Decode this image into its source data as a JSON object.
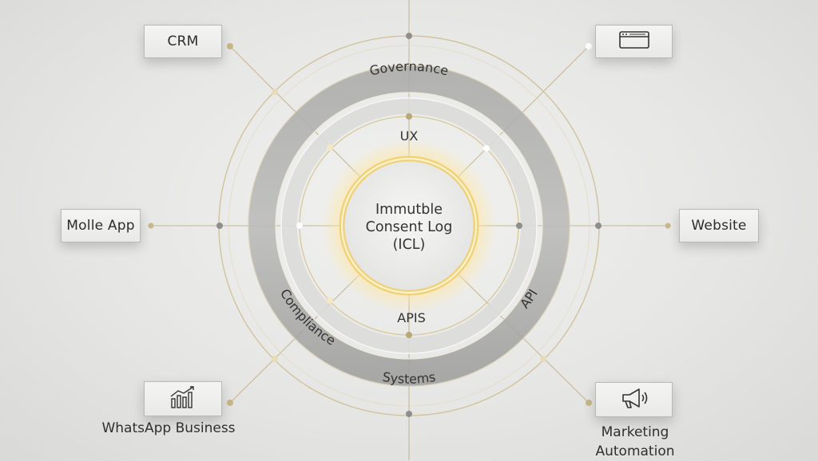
{
  "core": {
    "line1": "Immutble",
    "line2": "Consent Log",
    "line3": "(ICL)"
  },
  "rings": {
    "outer": {
      "top": "Governance",
      "left": "Compliance",
      "right": "API",
      "bottom": "Systems"
    },
    "inner": {
      "top": "UX",
      "bottom": "APIS"
    }
  },
  "nodes": {
    "crm": "CRM",
    "mobile_app": "Molle App",
    "website": "Website",
    "whatsapp": "WhatsApp Business",
    "marketing_line1": "Marketing",
    "marketing_line2": "Automation"
  },
  "icons": {
    "website_node": "browser-window-icon",
    "whatsapp_node": "bar-chart-icon",
    "marketing_node": "megaphone-icon"
  },
  "colors": {
    "gold": "#cdb98a",
    "core_glow": "#f3d98a",
    "ring_gray": "#9a9a98",
    "background": "#e6e6e5"
  }
}
